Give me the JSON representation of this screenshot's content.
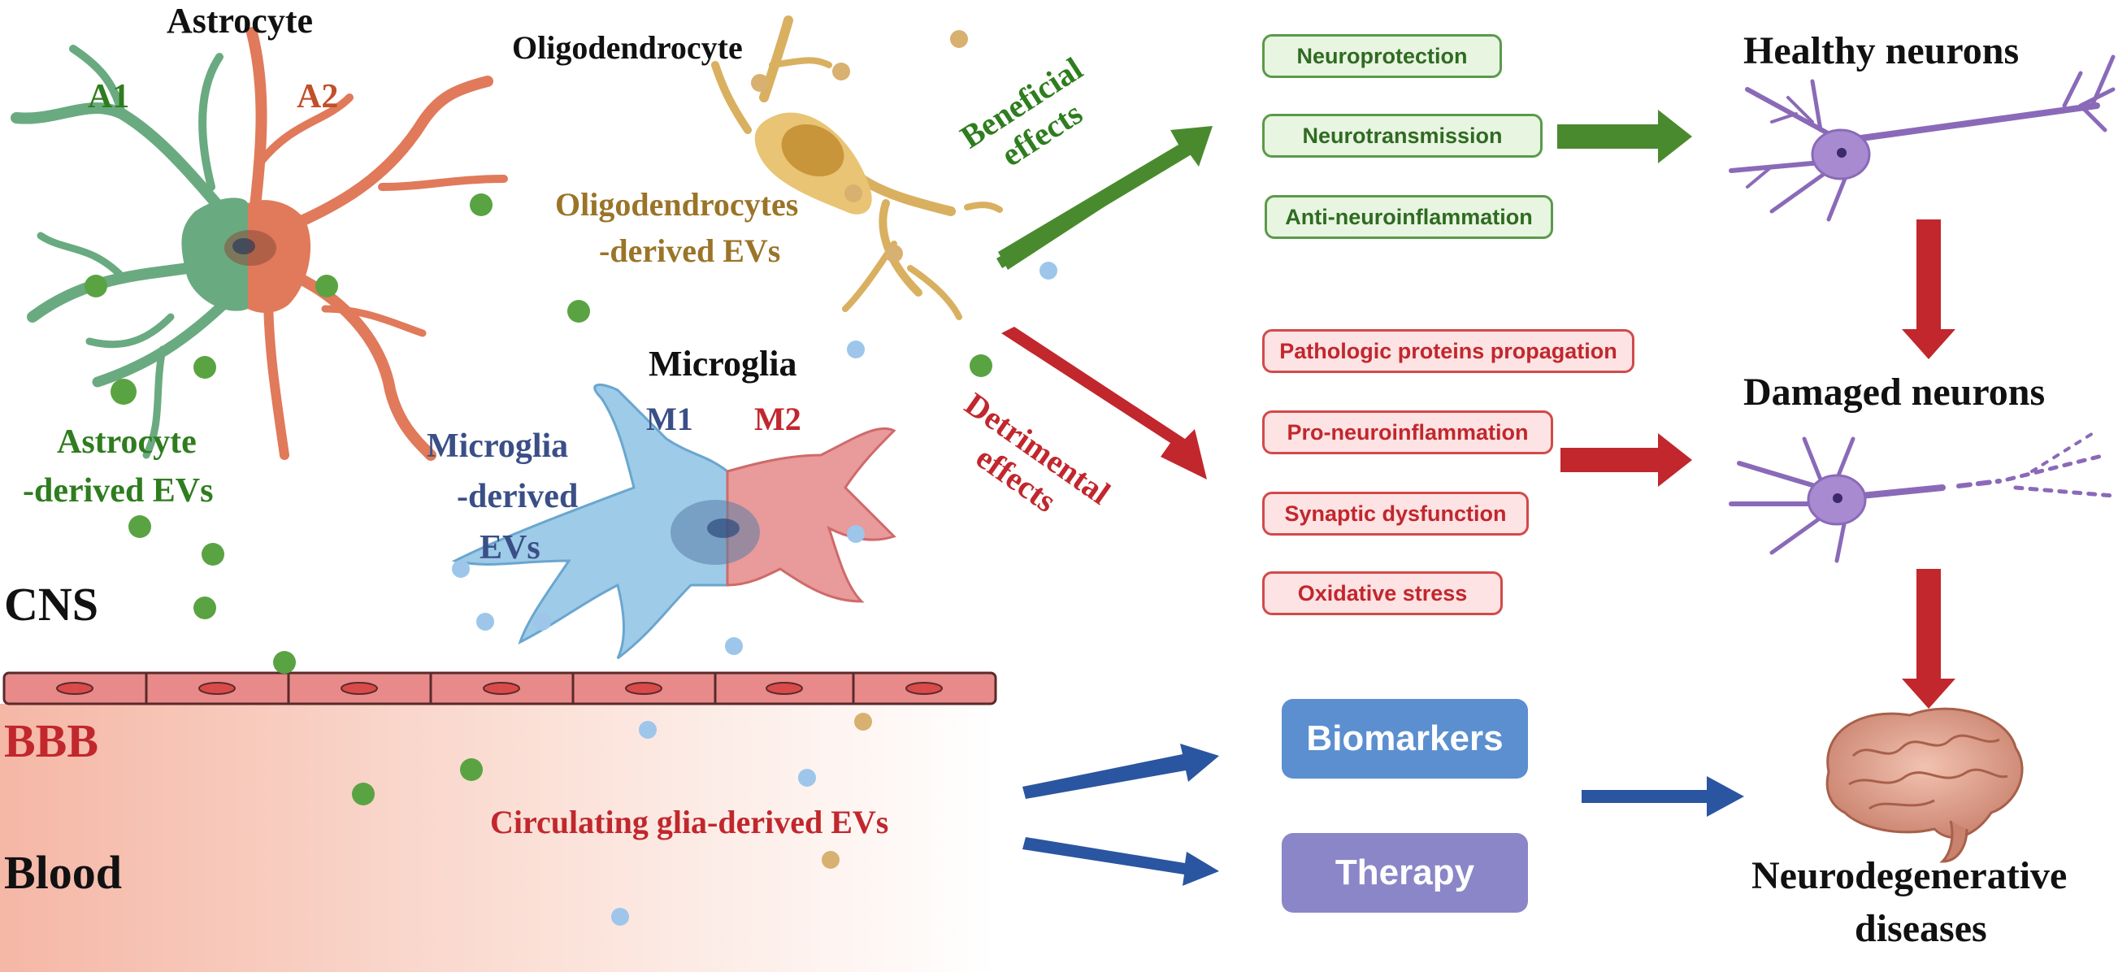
{
  "cells": {
    "astrocyte": "Astrocyte",
    "astro_a1": "A1",
    "astro_a2": "A2",
    "astrocyte_evs_line1": "Astrocyte",
    "astrocyte_evs_line2": "-derived EVs",
    "oligodendrocyte": "Oligodendrocyte",
    "oligo_evs_line1": "Oligodendrocytes",
    "oligo_evs_line2": "-derived EVs",
    "microglia": "Microglia",
    "micro_m1": "M1",
    "micro_m2": "M2",
    "microglia_evs_line1": "Microglia",
    "microglia_evs_line2": "-derived",
    "microglia_evs_line3": "EVs"
  },
  "compartments": {
    "cns": "CNS",
    "bbb": "BBB",
    "blood": "Blood",
    "circulating": "Circulating glia-derived EVs"
  },
  "effects": {
    "beneficial_line1": "Beneficial",
    "beneficial_line2": "effects",
    "detrimental_line1": "Detrimental",
    "detrimental_line2": "effects"
  },
  "beneficial_items": [
    "Neuroprotection",
    "Neurotransmission",
    "Anti-neuroinflammation"
  ],
  "detrimental_items": [
    "Pathologic proteins propagation",
    "Pro-neuroinflammation",
    "Synaptic dysfunction",
    "Oxidative stress"
  ],
  "applications": {
    "biomarkers": "Biomarkers",
    "therapy": "Therapy"
  },
  "outcomes": {
    "healthy": "Healthy neurons",
    "damaged": "Damaged neurons",
    "disease_line1": "Neurodegenerative",
    "disease_line2": "diseases"
  },
  "colors": {
    "green_text": "#2e7d1e",
    "orange_text": "#c0502a",
    "gold_text": "#9a7428",
    "blue_text": "#3a4f86",
    "red_text": "#c1272d",
    "green_arrow": "#4a8a2e",
    "red_arrow": "#c1272d",
    "blue_arrow": "#2a55a0",
    "biomarkers_box": "#5b8fd0",
    "therapy_box": "#8a86c8"
  }
}
